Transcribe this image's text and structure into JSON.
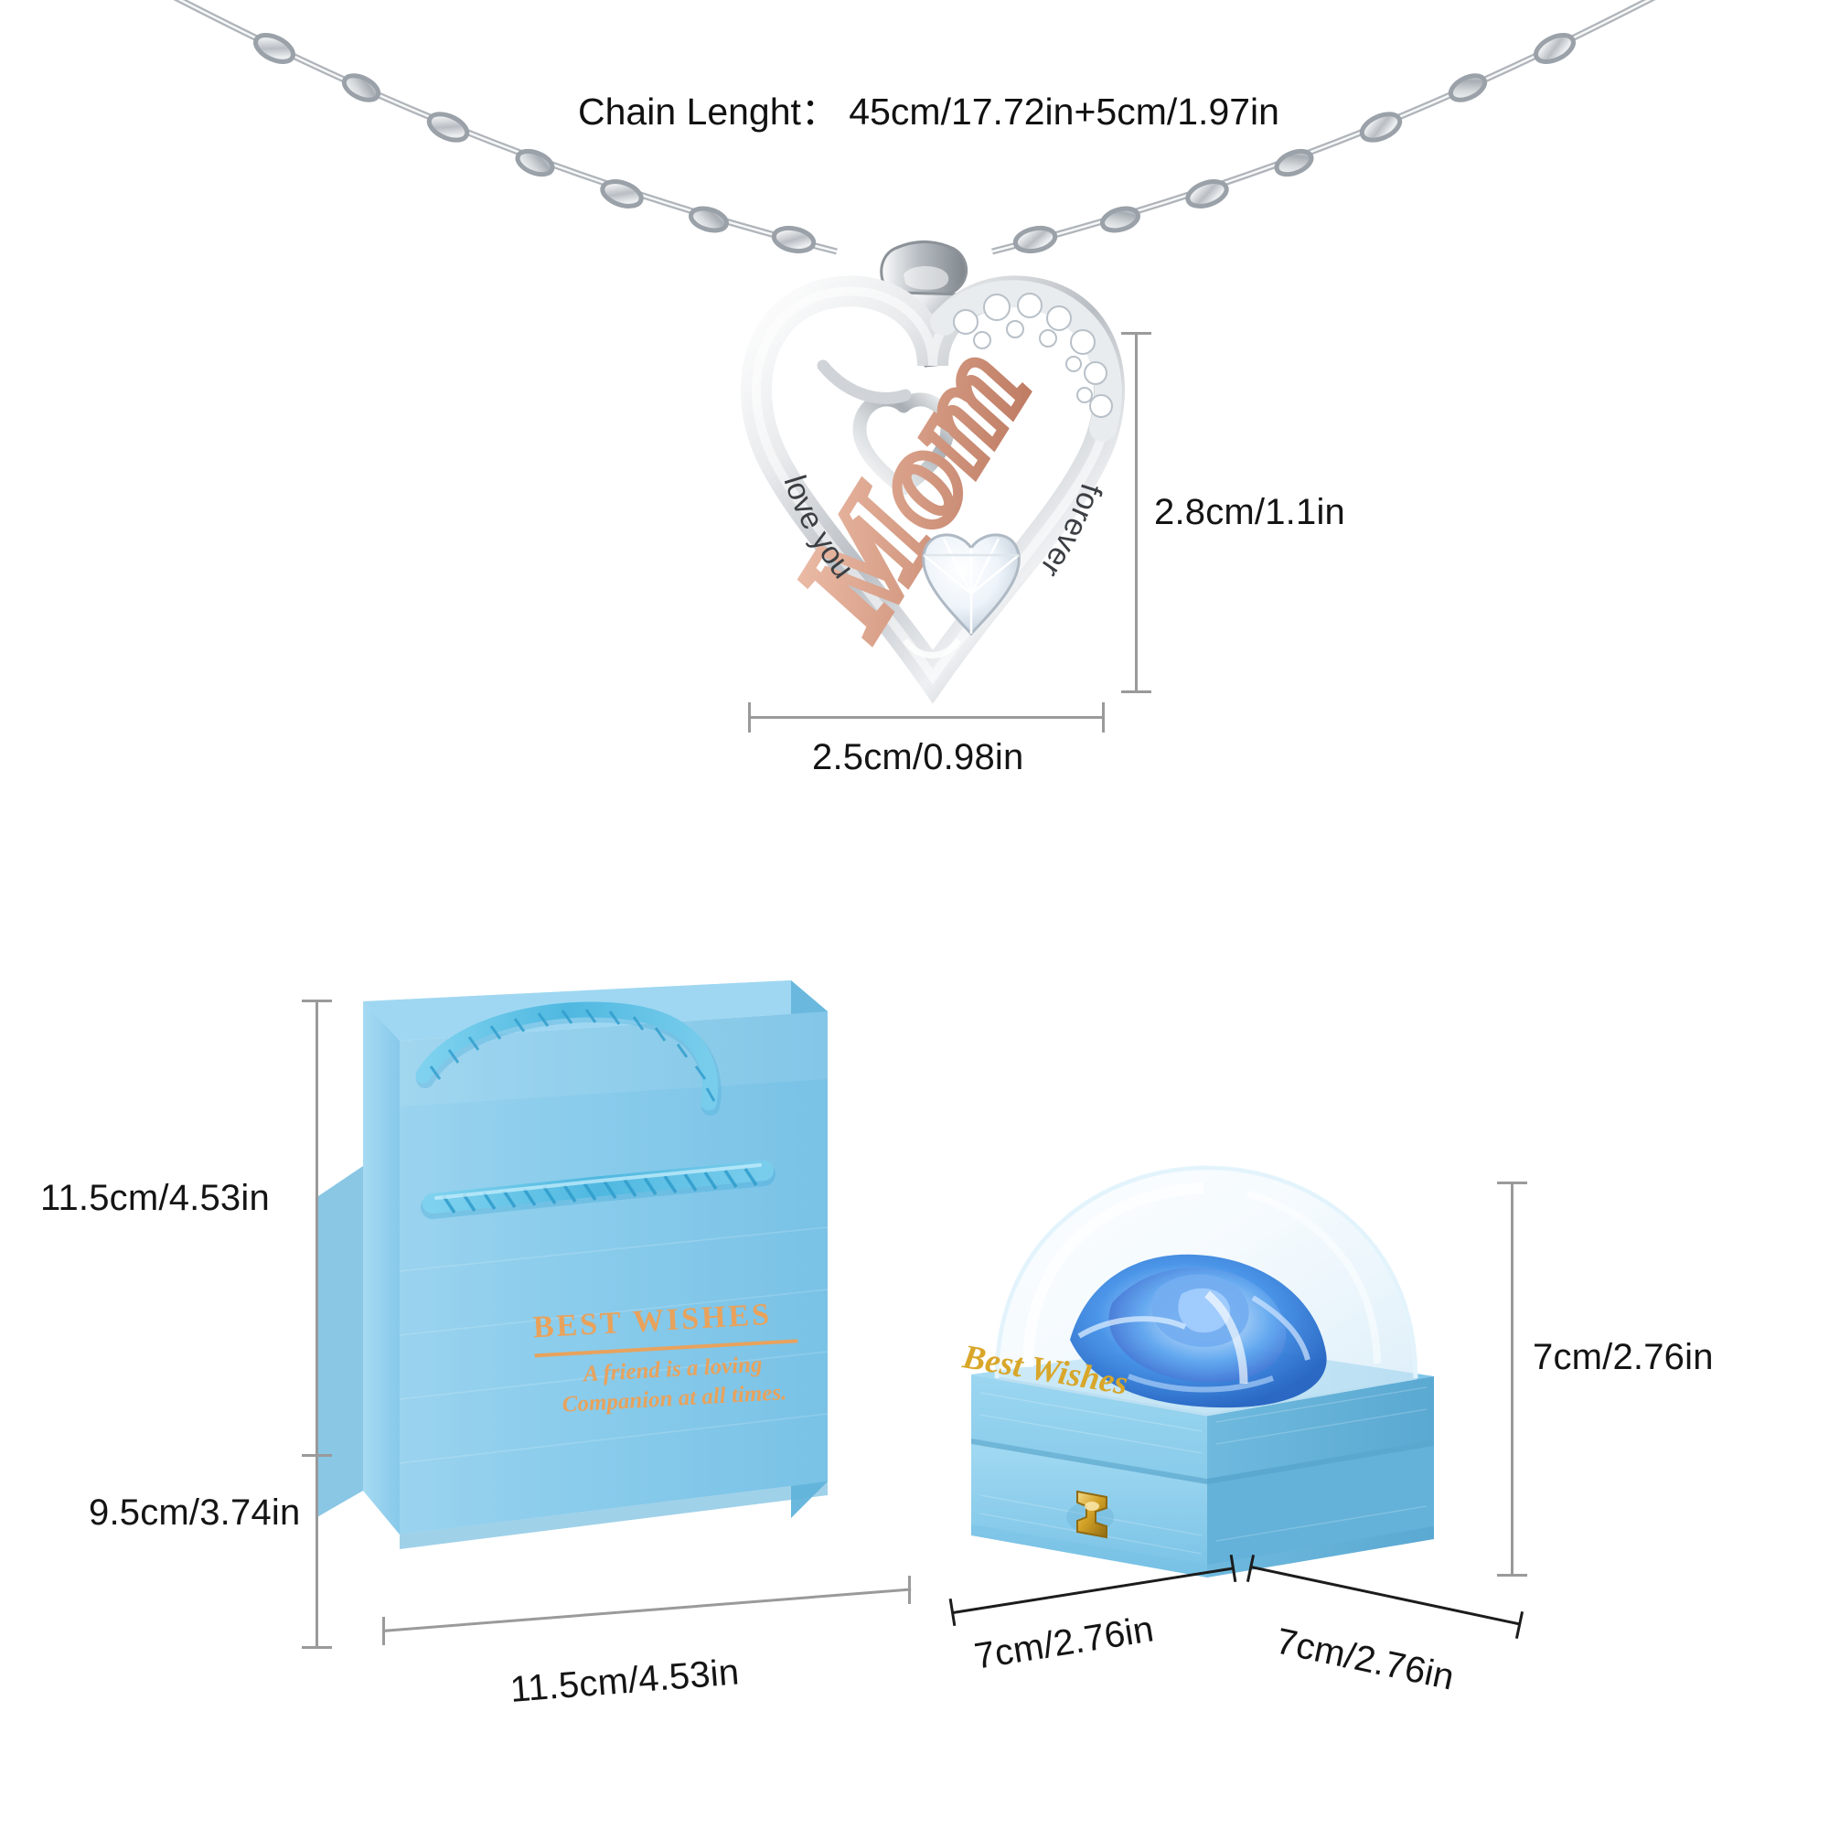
{
  "product": {
    "type": "jewelry-size-chart",
    "pendant_engraving_left": "love you",
    "pendant_engraving_right": "forever",
    "pendant_word": "Mom"
  },
  "necklace": {
    "chain_label": "Chain Lenght：  45cm/17.72in+5cm/1.97in",
    "height_label": "2.8cm/1.1in",
    "width_label": "2.5cm/0.98in"
  },
  "gift_bag": {
    "brand_title": "BEST WISHES",
    "tagline_line1": "A friend is a loving",
    "tagline_line2": "Companion at all times.",
    "height_label": "11.5cm/4.53in",
    "depth_label": "9.5cm/3.74in",
    "width_label": "11.5cm/4.53in"
  },
  "rose_box": {
    "drawer_text": "Best Wishes",
    "height_label": "7cm/2.76in",
    "width_label": "7cm/2.76in",
    "depth_label": "7cm/2.76in"
  },
  "colors": {
    "bag_blue": "#8ecdeb",
    "bag_blue_dark": "#72bde0",
    "bag_blue_light": "#a8dcf2",
    "gold": "#d8a629",
    "orange": "#e8a25c",
    "rose_gold": "#d9a089",
    "silver": "#c9ccd1",
    "rule_gray": "#9a9a9a",
    "rose_blue": "#2f7fe0",
    "text": "#141414"
  }
}
